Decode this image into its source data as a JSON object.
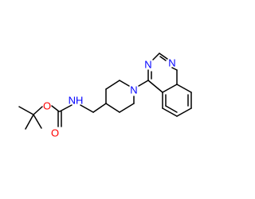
{
  "structure": {
    "atoms": [
      {
        "id": "o1",
        "symbol": "O",
        "color": "#ff0000"
      },
      {
        "id": "o2",
        "symbol": "O",
        "color": "#ff0000"
      },
      {
        "id": "nh",
        "symbol": "NH",
        "color": "#0000ff"
      },
      {
        "id": "n_pip",
        "symbol": "N",
        "color": "#0000ff"
      },
      {
        "id": "n_q1",
        "symbol": "N",
        "color": "#0000ff"
      },
      {
        "id": "n_q3",
        "symbol": "N",
        "color": "#0000ff"
      }
    ]
  }
}
